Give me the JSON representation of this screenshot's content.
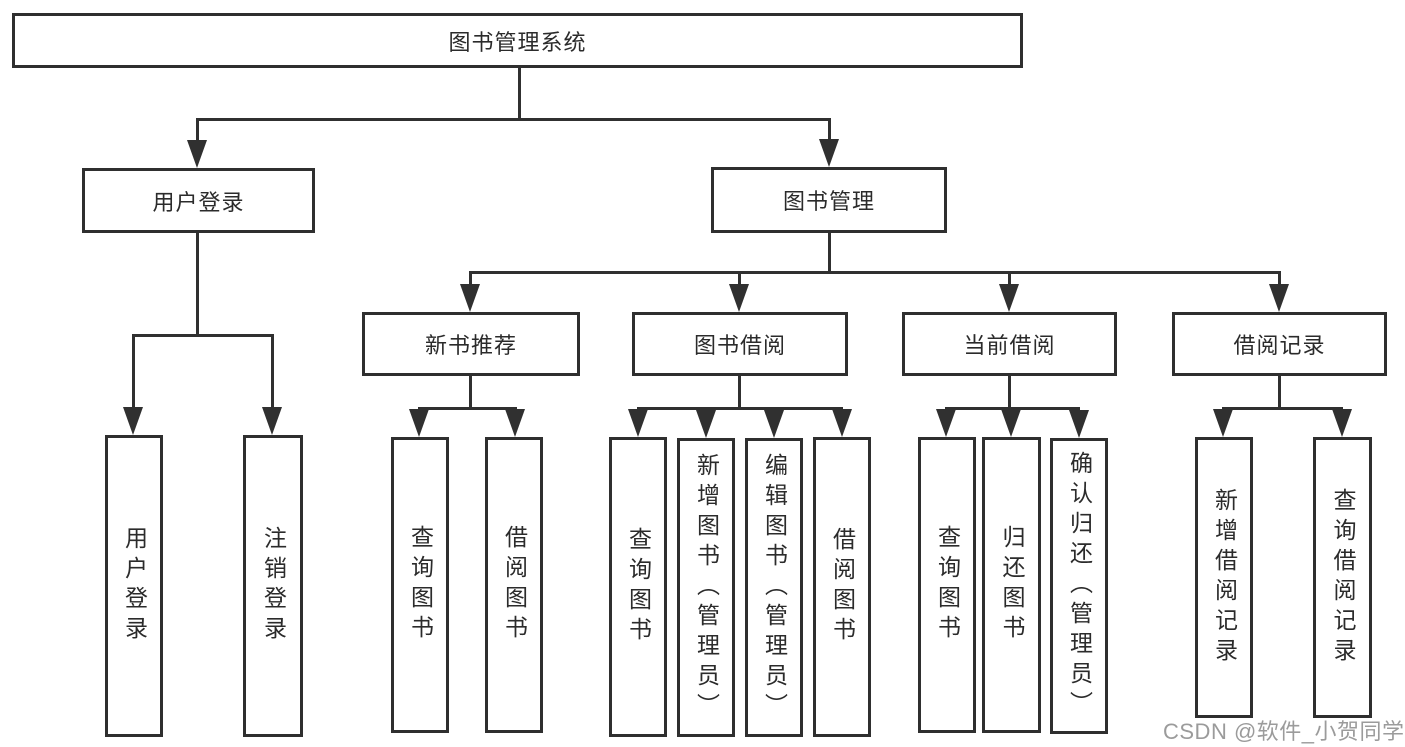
{
  "nodes": {
    "root": "图书管理系统",
    "user_login": "用户登录",
    "book_mgmt": "图书管理",
    "new_book_rec": "新书推荐",
    "book_borrow": "图书借阅",
    "current_borrow": "当前借阅",
    "borrow_records": "借阅记录"
  },
  "leaves": {
    "user_login": [
      "用户登录",
      "注销登录"
    ],
    "new_book_rec": [
      "查询图书",
      "借阅图书"
    ],
    "book_borrow": [
      "查询图书",
      "新增图书（管理员）",
      "编辑图书（管理员）",
      "借阅图书"
    ],
    "current_borrow": [
      "查询图书",
      "归还图书",
      "确认归还（管理员）"
    ],
    "borrow_records": [
      "新增借阅记录",
      "查询借阅记录"
    ]
  },
  "watermark": "CSDN @软件_小贺同学",
  "colors": {
    "line": "#303030",
    "border": "#2f2f2f",
    "text": "#2b2b2b",
    "watermark": "#9b9b9b",
    "background": "#ffffff"
  }
}
